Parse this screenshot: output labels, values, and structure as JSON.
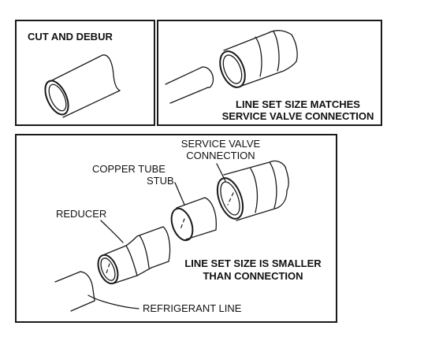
{
  "panels": {
    "cut": {
      "title": "CUT AND DEBUR"
    },
    "match": {
      "caption_line1": "LINE SET SIZE MATCHES",
      "caption_line2": "SERVICE VALVE CONNECTION"
    },
    "smaller": {
      "service_valve_line1": "SERVICE VALVE",
      "service_valve_line2": "CONNECTION",
      "copper_tube_line1": "COPPER TUBE",
      "copper_tube_line2": "STUB",
      "reducer": "REDUCER",
      "caption_line1": "LINE SET SIZE IS SMALLER",
      "caption_line2": "THAN CONNECTION",
      "refrigerant_line": "REFRIGERANT LINE"
    }
  }
}
